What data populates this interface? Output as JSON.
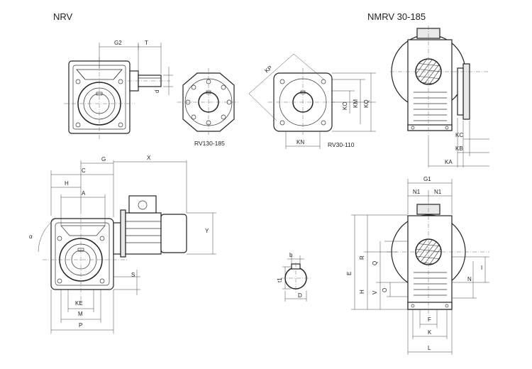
{
  "titles": {
    "nrv": "NRV",
    "nmrv": "NMRV 30-185"
  },
  "captions": {
    "rv130": "RV130-185",
    "rv30": "RV30-110"
  },
  "dims": {
    "g2": "G2",
    "t": "T",
    "d": "d",
    "kp": "KP",
    "ko": "KO",
    "km": "KM",
    "kq": "KQ",
    "kn": "KN",
    "kc": "KC",
    "kb": "KB",
    "ka": "KA",
    "g": "G",
    "x": "X",
    "c": "C",
    "h": "H",
    "a": "A",
    "y": "Y",
    "alpha": "α",
    "s": "S",
    "ke": "KE",
    "m": "M",
    "p": "P",
    "b": "b",
    "t1": "t1",
    "dd": "D",
    "g1": "G1",
    "n1a": "N1",
    "n1b": "N1",
    "e": "E",
    "r": "R",
    "q": "Q",
    "hh": "H",
    "v": "V",
    "o": "O",
    "i": "I",
    "n": "N",
    "f": "F",
    "k": "K",
    "l": "L"
  }
}
